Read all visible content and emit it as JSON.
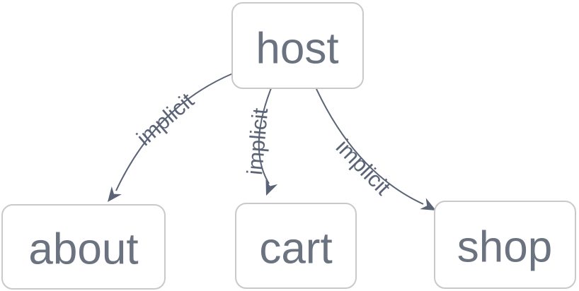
{
  "diagram": {
    "type": "node-link-graph",
    "background_color": "#ffffff",
    "nodes": [
      {
        "id": "host",
        "label": "host"
      },
      {
        "id": "about",
        "label": "about"
      },
      {
        "id": "cart",
        "label": "cart"
      },
      {
        "id": "shop",
        "label": "shop"
      }
    ],
    "edges": [
      {
        "from": "host",
        "to": "about",
        "label": "implicit",
        "arrow": "to"
      },
      {
        "from": "host",
        "to": "cart",
        "label": "implicit",
        "arrow": "to"
      },
      {
        "from": "host",
        "to": "shop",
        "label": "implicit",
        "arrow": "to"
      }
    ],
    "colors": {
      "node_fill": "#ffffff",
      "node_border": "#c9c9c9",
      "node_text": "#6b7280",
      "edge": "#5b6477",
      "edge_label": "#5b6477"
    }
  }
}
